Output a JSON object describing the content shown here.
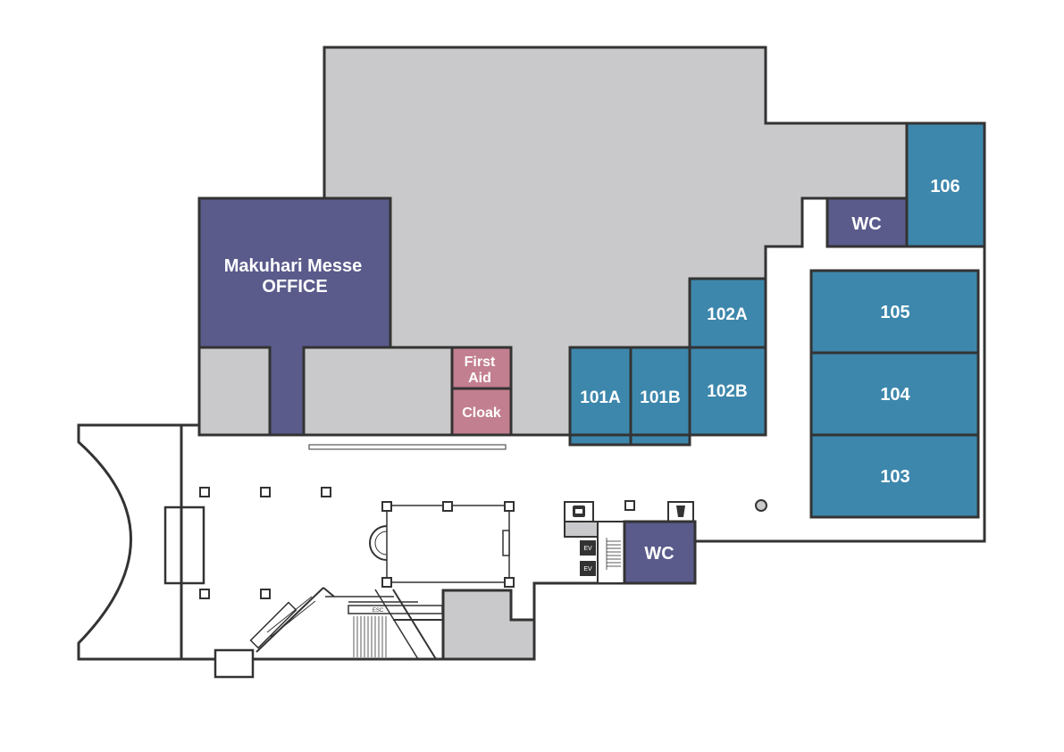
{
  "map": {
    "colors": {
      "hall": "#c9c9cb",
      "office": "#5a5b8b",
      "room": "#3d87ac",
      "wc": "#5a5b8b",
      "first_aid": "#c27f8f",
      "wall": "#333333"
    },
    "rooms": {
      "office_line1": "Makuhari Messe",
      "office_line2": "OFFICE",
      "first_aid_line1": "First",
      "first_aid_line2": "Aid",
      "cloak": "Cloak",
      "r101a": "101A",
      "r101b": "101B",
      "r102a": "102A",
      "r102b": "102B",
      "r103": "103",
      "r104": "104",
      "r105": "105",
      "r106": "106",
      "wc_upper": "WC",
      "wc_lower": "WC"
    },
    "facilities": {
      "ev1": "EV",
      "ev2": "EV",
      "esc": "ESC"
    },
    "icons": [
      "telephone-icon",
      "drink-icon",
      "elevator-icon",
      "escalator-icon"
    ]
  }
}
